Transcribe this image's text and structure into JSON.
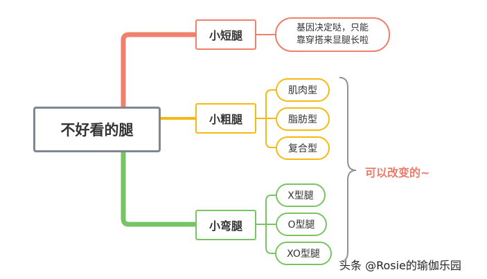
{
  "root": {
    "label": "不好看的腿"
  },
  "branches": [
    {
      "label": "小短腿",
      "color": "#f07f6b",
      "children": [
        "基因决定哒，只能\n靠穿搭来显腿长啦"
      ]
    },
    {
      "label": "小粗腿",
      "color": "#f5b90f",
      "children": [
        "肌肉型",
        "脂肪型",
        "复合型"
      ]
    },
    {
      "label": "小弯腿",
      "color": "#77c462",
      "children": [
        "X型腿",
        "O型腿",
        "XO型腿"
      ]
    }
  ],
  "bracket_note": "可以改变的~",
  "watermark": "头条 @Rosie的瑜伽乐园"
}
